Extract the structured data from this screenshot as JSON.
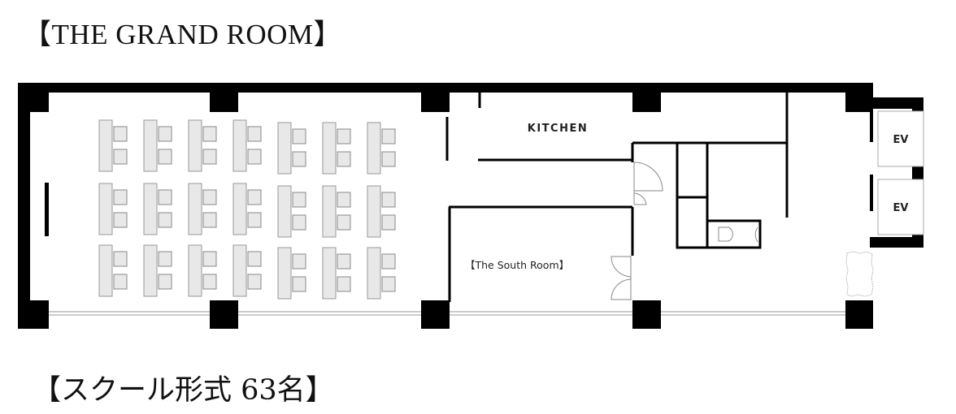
{
  "title": "【THE GRAND ROOM】",
  "caption": "【スクール形式 63名】",
  "plan": {
    "kitchen_label": "KITCHEN",
    "south_room_label": "【The South Room】",
    "elevators": [
      "EV",
      "EV"
    ],
    "layout_style": "school",
    "desk_columns": 7,
    "desk_rows": 3,
    "seats_per_desk": 2
  }
}
